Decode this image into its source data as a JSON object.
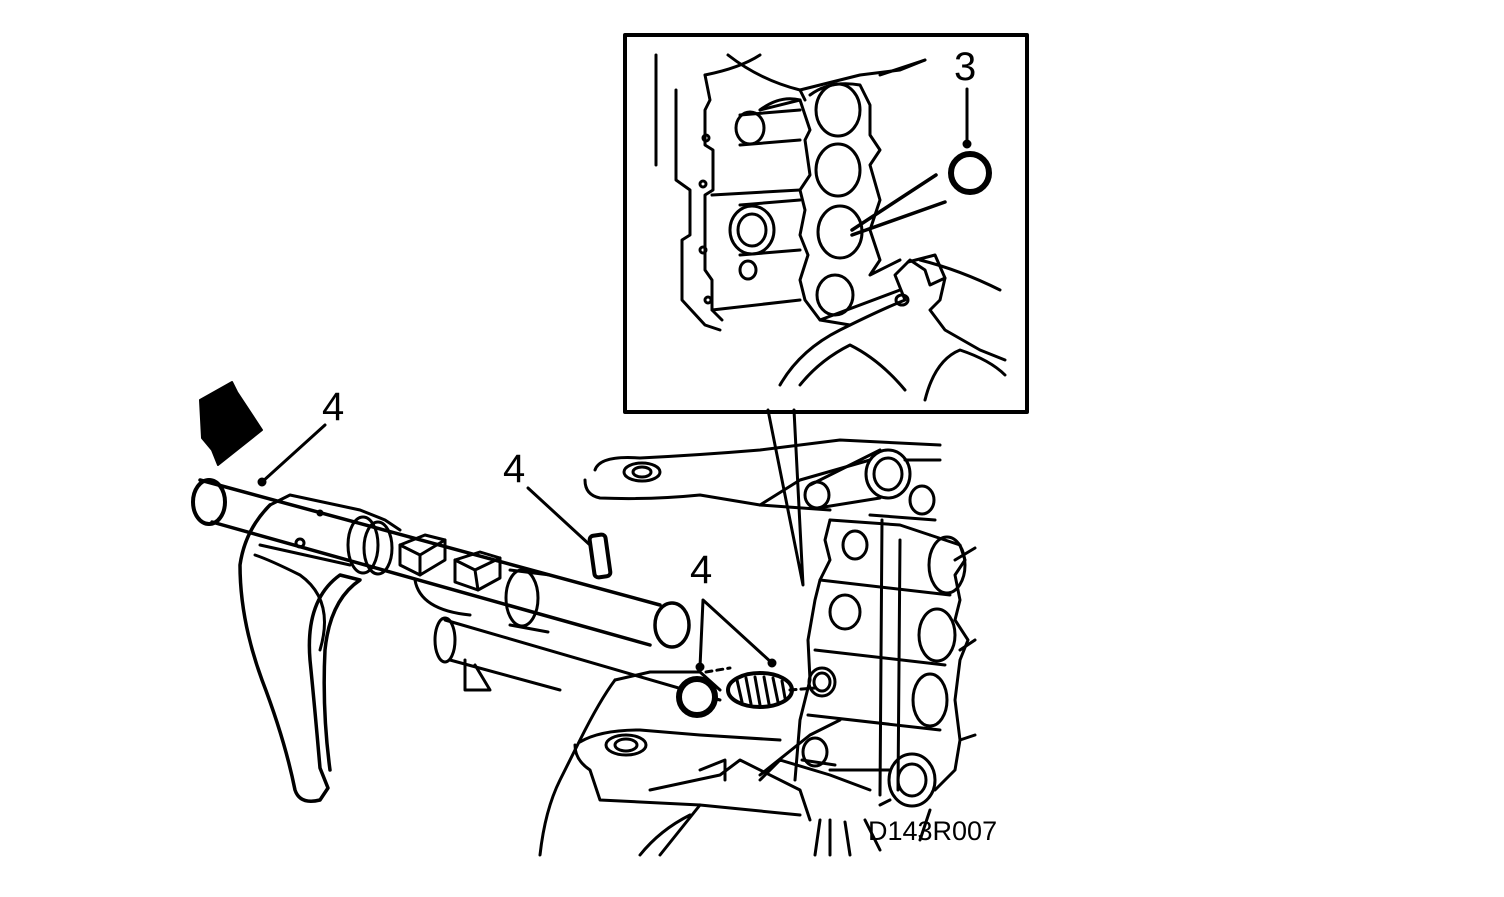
{
  "diagram": {
    "callouts": {
      "inset_part": "3",
      "shift_rod": "4",
      "roll_pin": "4",
      "spring_group": "4"
    },
    "figure_code": "D143R007",
    "colors": {
      "ink": "#000000",
      "paper": "#ffffff"
    },
    "icons": {
      "direction_arrow": "push-arrow-icon"
    }
  }
}
